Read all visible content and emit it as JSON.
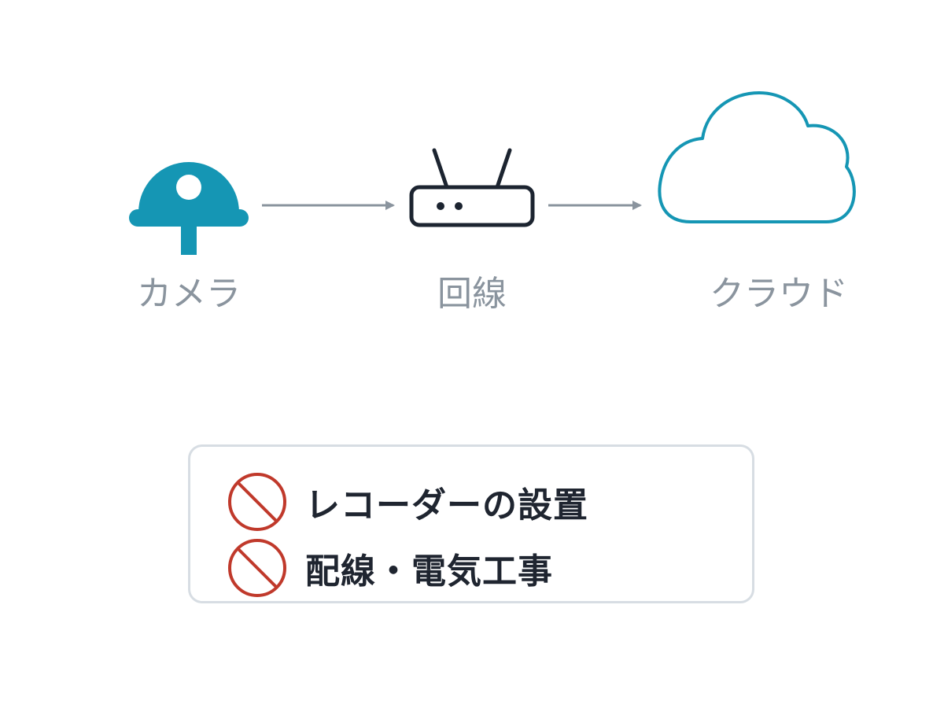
{
  "nodes": [
    {
      "id": "camera",
      "label": "カメラ",
      "icon": "dome-camera-icon"
    },
    {
      "id": "line",
      "label": "回線",
      "icon": "router-icon"
    },
    {
      "id": "cloud",
      "label": "クラウド",
      "icon": "cloud-icon"
    }
  ],
  "edges": [
    {
      "from": "camera",
      "to": "line"
    },
    {
      "from": "line",
      "to": "cloud"
    }
  ],
  "notes": [
    {
      "icon": "prohibited-icon",
      "text": "レコーダーの設置"
    },
    {
      "icon": "prohibited-icon",
      "text": "配線・電気工事"
    }
  ],
  "colors": {
    "accent": "#1596b4",
    "router": "#1c2430",
    "arrow": "#8a949e",
    "label": "#8a949e",
    "prohibited": "#c0392b",
    "note_text": "#1f2530",
    "note_border": "#d7dde3"
  }
}
